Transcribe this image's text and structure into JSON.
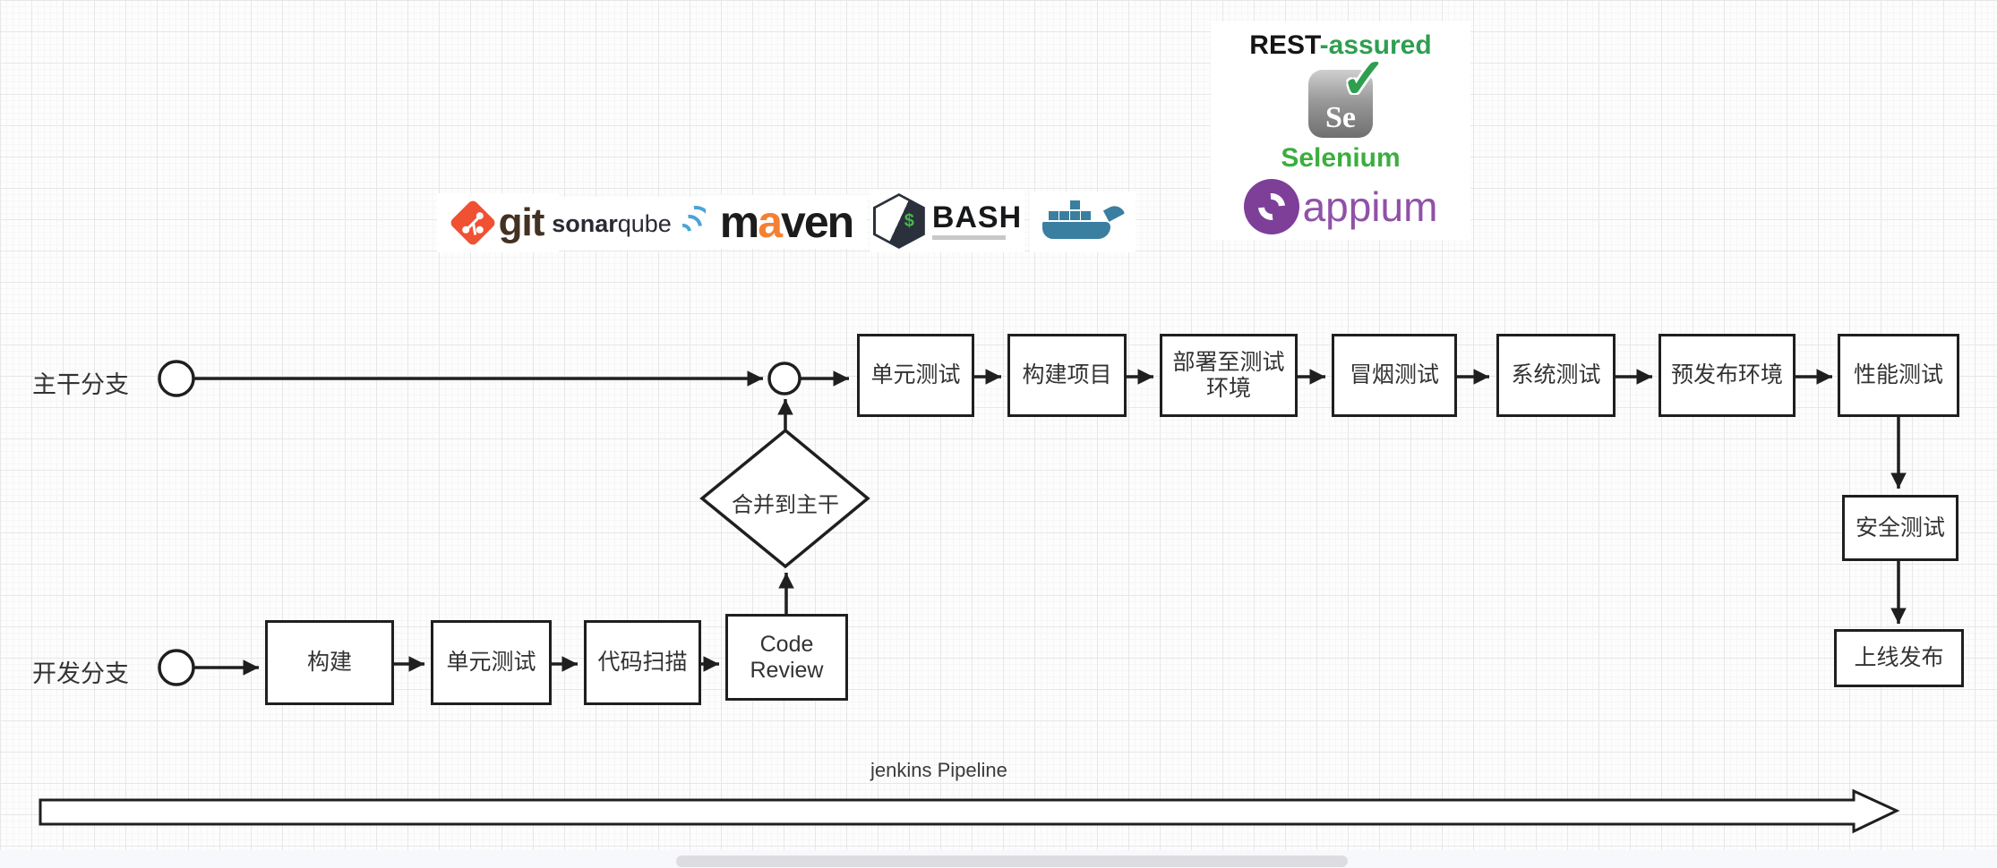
{
  "labels": {
    "main_branch": "主干分支",
    "dev_branch": "开发分支",
    "merge_to_trunk": "合并到主干",
    "pipeline": "jenkins Pipeline"
  },
  "main_flow": [
    "单元测试",
    "构建项目",
    "部署至测试环境",
    "冒烟测试",
    "系统测试",
    "预发布环境",
    "性能测试"
  ],
  "release_flow": [
    "安全测试",
    "上线发布"
  ],
  "dev_flow": [
    "构建",
    "单元测试",
    "代码扫描",
    "Code Review"
  ],
  "logos": {
    "git": {
      "text": "git"
    },
    "sonarqube": {
      "bold": "sonar",
      "light": "qube"
    },
    "maven": {
      "m": "m",
      "a": "a",
      "ven": "ven"
    },
    "bash": {
      "dollar": "$",
      "text": "BASH"
    },
    "rest_assured": {
      "black": "REST",
      "green": "-assured"
    },
    "selenium": {
      "badge": "Se",
      "check": "✓",
      "text": "Selenium"
    },
    "appium": {
      "text": "appium"
    }
  },
  "colors": {
    "stroke": "#1f1f1f",
    "git_red": "#f05133",
    "sonar_wave": "#4aa3d8",
    "maven_a": "#f58033",
    "bash_green": "#45b649",
    "docker_blue": "#3a7ea0",
    "rest_green": "#2f9e50",
    "selenium_green": "#3cae3f",
    "appium_purple": "#7d3f98"
  }
}
